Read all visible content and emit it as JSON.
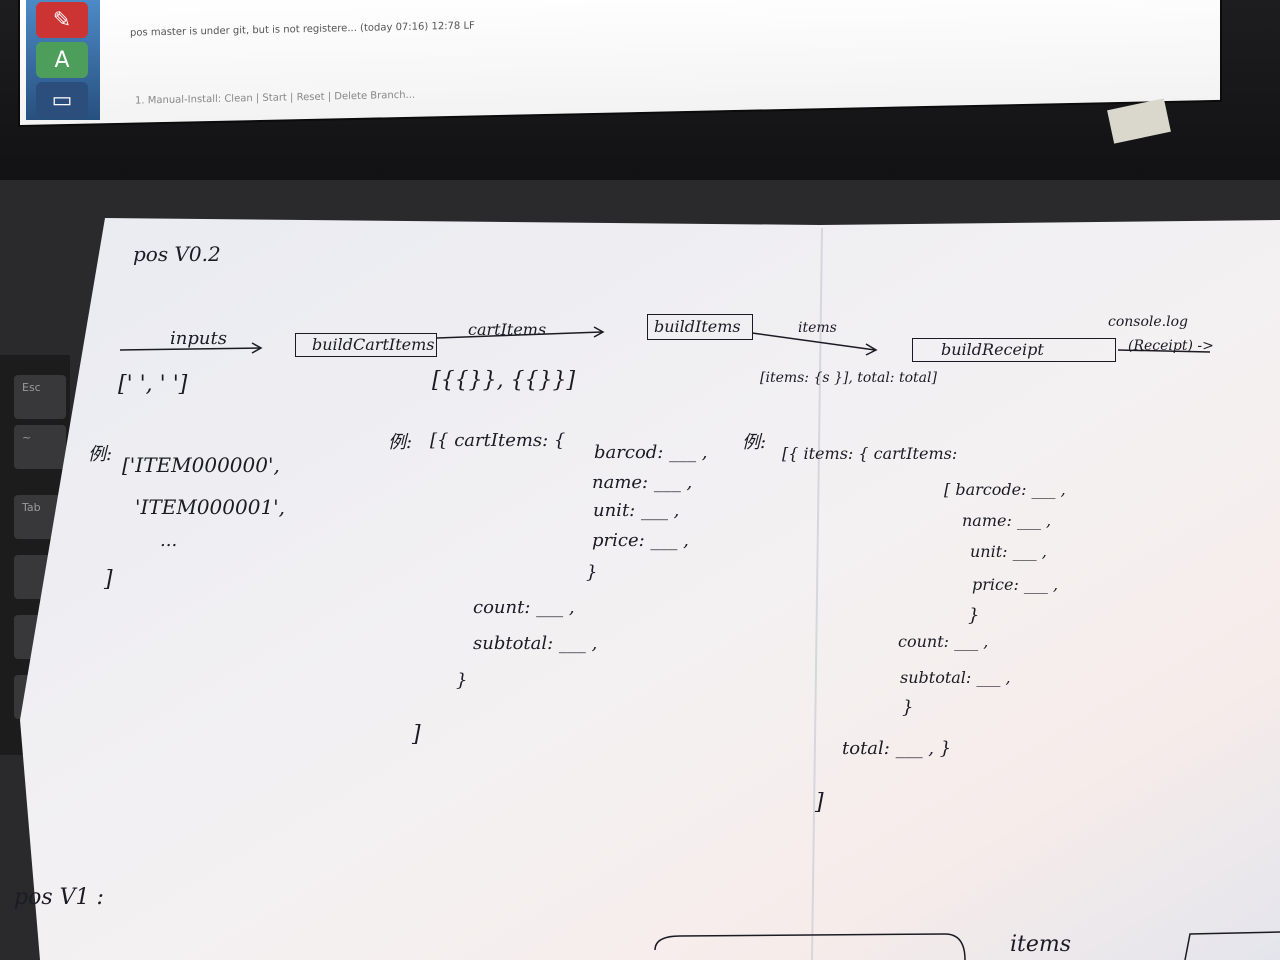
{
  "screen": {
    "status_text": "pos master is under git, but is not registere... (today 07:16)   12:78   LF",
    "status_text_2": "1. Manual-Install: Clean | Start | Reset | Delete Branch..."
  },
  "keyboard": {
    "esc_label": "Esc",
    "tilde_label": "~",
    "tab_label": "Tab"
  },
  "notes": {
    "title": "pos V0.2",
    "inputs_label": "inputs",
    "inputs_shape": "[' ', ' ']",
    "inputs_example_prefix": "例:",
    "inputs_example_line1": "['ITEM000000',",
    "inputs_example_line2": "'ITEM000001',",
    "inputs_example_line3": "...",
    "inputs_example_close": "]",
    "fn1": "buildCartItems",
    "cart_items_label": "cartItems",
    "cart_items_shape": "[{{}}, {{}}]",
    "cart_example_prefix": "例:",
    "cart_example_open": "[{ cartItems: {",
    "cart_barcode": "barcod: ___ ,",
    "cart_name": "name: ___ ,",
    "cart_unit": "unit: ___ ,",
    "cart_price": "price: ___ ,",
    "cart_close_inner": "}",
    "cart_count": "count: ___ ,",
    "cart_subtotal": "subtotal: ___ ,",
    "cart_close_obj": "}",
    "cart_close_arr": "]",
    "fn2": "buildItems",
    "items_label": "items",
    "items_shape": "[items: {s }], total: total]",
    "items_example_prefix": "例:",
    "items_example_open": "[{ items: { cartItems:",
    "items_barcode": "[ barcode: ___ ,",
    "items_name": "name: ___ ,",
    "items_unit": "unit: ___ ,",
    "items_price": "price: ___ ,",
    "items_close_inner": "}",
    "items_count": "count: ___ ,",
    "items_subtotal": "subtotal: ___ ,",
    "items_close_obj": "}",
    "items_total": "total: ___ , }",
    "items_close_arr": "]",
    "fn3": "buildReceipt",
    "console_label": "console.log",
    "receipt_label": "(Receipt) ->",
    "pos_v1": "pos V1 :",
    "bottom_items_label": "items"
  }
}
